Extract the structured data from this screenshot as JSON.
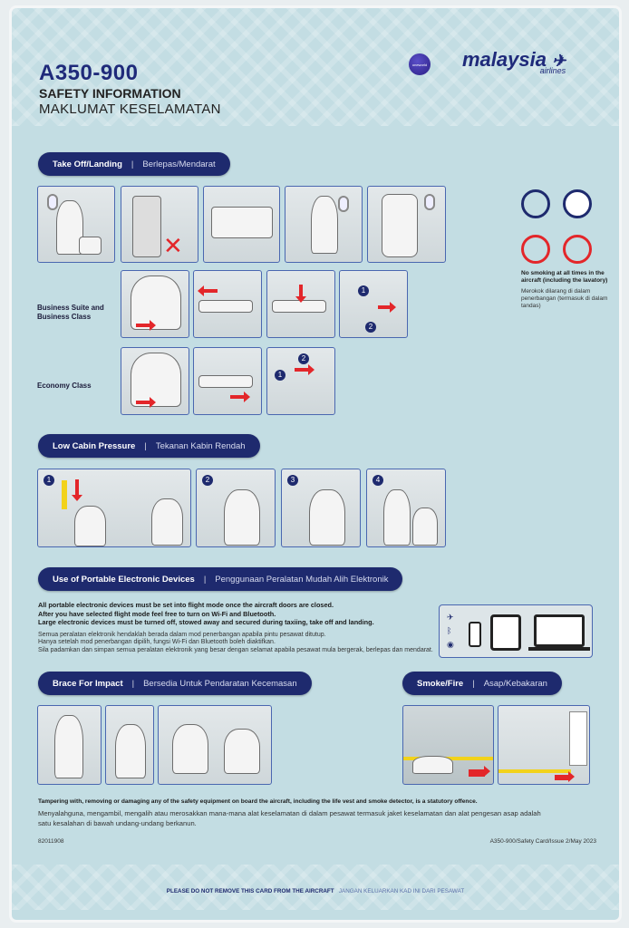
{
  "header": {
    "title": "A350-900",
    "subtitle_en": "SAFETY INFORMATION",
    "subtitle_ms": "MAKLUMAT KESELAMATAN",
    "alliance": "oneworld",
    "airline": "malaysia",
    "airline_sub": "airlines"
  },
  "takeoff": {
    "label_en": "Take Off/Landing",
    "label_ms": "Berlepas/Mendarat",
    "business_label": "Business Suite and Business Class",
    "economy_label": "Economy Class"
  },
  "no_smoking": {
    "en": "No smoking at all times in the aircraft (including the lavatory)",
    "ms": "Merokok dilarang di dalam penerbangan (termasuk di dalam tandas)"
  },
  "pressure": {
    "label_en": "Low Cabin Pressure",
    "label_ms": "Tekanan Kabin Rendah",
    "steps": [
      "1",
      "2",
      "3",
      "4"
    ]
  },
  "ped": {
    "label_en": "Use of Portable Electronic Devices",
    "label_ms": "Penggunaan Peralatan Mudah Alih Elektronik",
    "en": [
      "All portable electronic devices must be set into flight mode once the aircraft doors are closed.",
      "After you have selected flight mode feel free to turn on Wi-Fi and Bluetooth.",
      "Large electronic devices must be turned off, stowed away and secured during taxiing, take off and landing."
    ],
    "ms": [
      "Semua peralatan elektronik hendaklah berada dalam mod penerbangan apabila pintu pesawat ditutup.",
      "Hanya setelah mod penerbangan dipilih, fungsi Wi-Fi dan Bluetooth boleh diaktifkan.",
      "Sila padamkan dan simpan semua peralatan elektronik yang besar dengan selamat apabila pesawat mula bergerak, berlepas dan mendarat."
    ]
  },
  "brace": {
    "label_en": "Brace For Impact",
    "label_ms": "Bersedia Untuk Pendaratan Kecemasan"
  },
  "smoke": {
    "label_en": "Smoke/Fire",
    "label_ms": "Asap/Kebakaran"
  },
  "footer": {
    "warning_en": "Tampering with, removing or damaging any of the safety equipment on board the aircraft, including the life vest and smoke detector, is a statutory offence.",
    "warning_ms": "Menyalahguna, mengambil, mengalih atau merosakkan mana-mana alat keselamatan di dalam pesawat termasuk jaket keselamatan dan alat pengesan asap adalah satu kesalahan di bawah undang-undang berkanun.",
    "code": "82011908",
    "issue": "A350-900/Safety Card/Issue 2/May 2023",
    "notice_en": "PLEASE DO NOT REMOVE THIS CARD FROM THE AIRCRAFT",
    "notice_ms": "JANGAN KELUARKAN KAD INI DARI PESAWAT"
  },
  "colors": {
    "navy": "#1e2a6e",
    "card": "#c3dde3",
    "red": "#e3262a",
    "panel_border": "#4a67b0"
  }
}
